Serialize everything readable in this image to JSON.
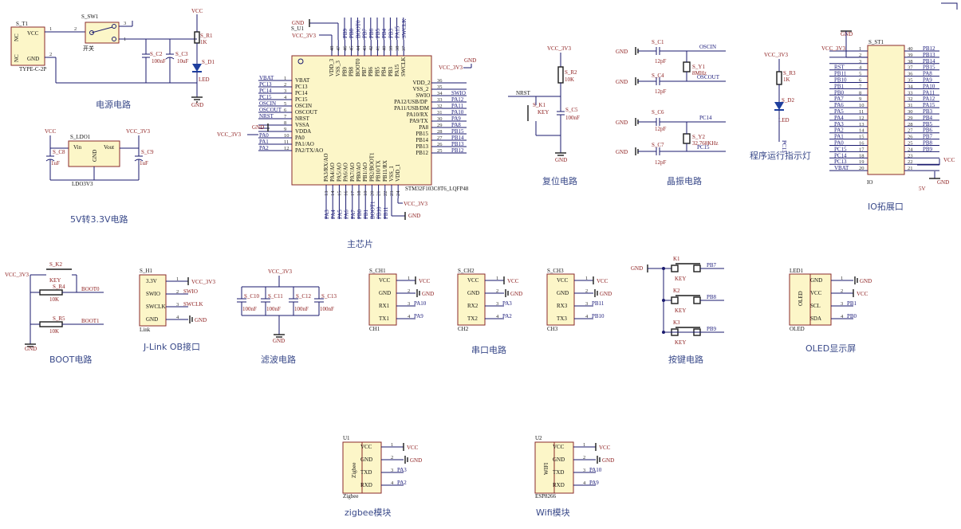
{
  "sections": {
    "power": "电源电路",
    "ldo": "5V转3.3V电路",
    "mcu": "主芯片",
    "reset": "复位电路",
    "crystal": "晶振电路",
    "indicator": "程序运行指示灯",
    "io": "IO拓展口",
    "boot": "BOOT电路",
    "jlink": "J-Link OB接口",
    "filter": "滤波电路",
    "serial": "串口电路",
    "keys": "按键电路",
    "oled": "OLED显示屏",
    "zigbee": "zigbee模块",
    "wifi": "Wifi模块"
  },
  "nets": {
    "vcc": "VCC",
    "gnd": "GND",
    "v33": "VCC_3V3",
    "v33b": "3.3V"
  },
  "power": {
    "t1": "S_T1",
    "t1_pins": [
      "VCC",
      "GND"
    ],
    "t1_nc": "NC",
    "t1_type": "TYPE-C-2P",
    "sw1": "S_SW1",
    "sw1_label": "开关",
    "c2": "S_C2",
    "c2_val": "100nF",
    "c3": "S_C3",
    "c3_val": "10uF",
    "r1": "S_R1",
    "r1_val": "1K",
    "d1": "S_D1",
    "d1_val": "LED"
  },
  "ldo": {
    "name": "S_LDO1",
    "part": "LDO3V3",
    "vin": "Vin",
    "vout": "Vout",
    "gnd": "GND",
    "c8": "S_C8",
    "c8_val": "1uF",
    "c9": "S_C9",
    "c9_val": "1uF"
  },
  "mcu": {
    "name": "S_U1",
    "part": "STM32F103C8T6_LQFP48",
    "left_pins": [
      {
        "n": "1",
        "p": "VBAT",
        "net": "VBAT"
      },
      {
        "n": "2",
        "p": "PC13",
        "net": "PC13"
      },
      {
        "n": "3",
        "p": "PC14",
        "net": "PC14"
      },
      {
        "n": "4",
        "p": "PC15",
        "net": "PC15"
      },
      {
        "n": "5",
        "p": "OSCIN",
        "net": "OSCIN"
      },
      {
        "n": "6",
        "p": "OSCOUT",
        "net": "OSCOUT"
      },
      {
        "n": "7",
        "p": "NRST",
        "net": "NRST"
      },
      {
        "n": "8",
        "p": "VSSA",
        "net": "GND"
      },
      {
        "n": "9",
        "p": "VDDA",
        "net": "VCC_3V3"
      },
      {
        "n": "10",
        "p": "PA0",
        "net": "PA0"
      },
      {
        "n": "11",
        "p": "PA1/AO",
        "net": "PA1"
      },
      {
        "n": "12",
        "p": "PA2/TX/AO",
        "net": "PA2"
      }
    ],
    "right_pins": [
      {
        "n": "36",
        "p": "VDD_2",
        "net": "VCC_3V3"
      },
      {
        "n": "35",
        "p": "VSS_2",
        "net": ""
      },
      {
        "n": "34",
        "p": "SWIO",
        "net": "SWIO"
      },
      {
        "n": "33",
        "p": "PA12/USB/DP",
        "net": "PA12"
      },
      {
        "n": "32",
        "p": "PA11/USB/DM",
        "net": "PA11"
      },
      {
        "n": "31",
        "p": "PA10/RX",
        "net": "PA10"
      },
      {
        "n": "30",
        "p": "PA9/TX",
        "net": "PA9"
      },
      {
        "n": "29",
        "p": "PA8",
        "net": "PA8"
      },
      {
        "n": "28",
        "p": "PB15",
        "net": "PB15"
      },
      {
        "n": "27",
        "p": "PB14",
        "net": "PB14"
      },
      {
        "n": "26",
        "p": "PB13",
        "net": "PB13"
      },
      {
        "n": "25",
        "p": "PB12",
        "net": "PB12"
      }
    ],
    "top_pins": [
      {
        "n": "48",
        "p": "VDD_3"
      },
      {
        "n": "47",
        "p": "VSS_3"
      },
      {
        "n": "46",
        "p": "PB9"
      },
      {
        "n": "45",
        "p": "PB8"
      },
      {
        "n": "44",
        "p": "BOOT0"
      },
      {
        "n": "43",
        "p": "PB7"
      },
      {
        "n": "42",
        "p": "PB6"
      },
      {
        "n": "41",
        "p": "PB5"
      },
      {
        "n": "40",
        "p": "PB4"
      },
      {
        "n": "39",
        "p": "PB3"
      },
      {
        "n": "38",
        "p": "PA15"
      },
      {
        "n": "37",
        "p": "SWCLK"
      }
    ],
    "bottom_pins": [
      {
        "n": "13",
        "p": "PA3/RX/AO"
      },
      {
        "n": "14",
        "p": "PA4/AO"
      },
      {
        "n": "15",
        "p": "PA5/AO"
      },
      {
        "n": "16",
        "p": "PA6/AO"
      },
      {
        "n": "17",
        "p": "PA7/AO"
      },
      {
        "n": "18",
        "p": "PB0/AO"
      },
      {
        "n": "19",
        "p": "PB1/AO"
      },
      {
        "n": "20",
        "p": "PB2/BOOT1"
      },
      {
        "n": "21",
        "p": "PB10/TX"
      },
      {
        "n": "22",
        "p": "PB11/RX"
      },
      {
        "n": "23",
        "p": "VSS_1"
      },
      {
        "n": "24",
        "p": "VDD_1"
      }
    ],
    "top_nets": [
      "PB9",
      "PB8",
      "BOOT0",
      "PB7",
      "PB6",
      "PB5",
      "PB4",
      "PB3",
      "PA15",
      "SWCLK"
    ],
    "bottom_nets": [
      "PA3",
      "PA4",
      "PA5",
      "PA6",
      "PA7",
      "PB0",
      "PB1",
      "BOOT1",
      "PB10",
      "PB11"
    ]
  },
  "reset": {
    "r2": "S_R2",
    "r2_val": "10K",
    "k1": "S_K1",
    "k1_val": "KEY",
    "c5": "S_C5",
    "c5_val": "100nF",
    "net": "NRST"
  },
  "crystal": {
    "c1": "S_C1",
    "c4": "S_C4",
    "c6": "S_C6",
    "c7": "S_C7",
    "cap_val": "12pF",
    "y1": "S_Y1",
    "y1_val": "8MHz",
    "y2": "S_Y2",
    "y2_val": "32.768KHz",
    "nets": [
      "OSCIN",
      "OSCOUT",
      "PC14",
      "PC15"
    ]
  },
  "indicator": {
    "r3": "S_R3",
    "r3_val": "1K",
    "d2": "S_D2",
    "d2_val": "LED",
    "net": "PC13"
  },
  "io": {
    "name": "S_ST1",
    "part": "IO",
    "left": [
      {
        "n": "1",
        "net": ""
      },
      {
        "n": "2",
        "net": ""
      },
      {
        "n": "3",
        "net": ""
      },
      {
        "n": "4",
        "net": "RST"
      },
      {
        "n": "5",
        "net": "PB11"
      },
      {
        "n": "6",
        "net": "PB10"
      },
      {
        "n": "7",
        "net": "PB1"
      },
      {
        "n": "8",
        "net": "PB0"
      },
      {
        "n": "9",
        "net": "PA7"
      },
      {
        "n": "10",
        "net": "PA6"
      },
      {
        "n": "11",
        "net": "PA5"
      },
      {
        "n": "12",
        "net": "PA4"
      },
      {
        "n": "13",
        "net": "PA3"
      },
      {
        "n": "14",
        "net": "PA2"
      },
      {
        "n": "15",
        "net": "PA1"
      },
      {
        "n": "16",
        "net": "PA0"
      },
      {
        "n": "17",
        "net": "PC15"
      },
      {
        "n": "18",
        "net": "PC14"
      },
      {
        "n": "19",
        "net": "PC13"
      },
      {
        "n": "20",
        "net": "VBAT"
      }
    ],
    "right": [
      {
        "n": "40",
        "net": "PB12"
      },
      {
        "n": "39",
        "net": "PB13"
      },
      {
        "n": "38",
        "net": "PB14"
      },
      {
        "n": "37",
        "net": "PB15"
      },
      {
        "n": "36",
        "net": "PA8"
      },
      {
        "n": "35",
        "net": "PA9"
      },
      {
        "n": "34",
        "net": "PA10"
      },
      {
        "n": "33",
        "net": "PA11"
      },
      {
        "n": "32",
        "net": "PA12"
      },
      {
        "n": "31",
        "net": "PA15"
      },
      {
        "n": "30",
        "net": "PB3"
      },
      {
        "n": "29",
        "net": "PB4"
      },
      {
        "n": "28",
        "net": "PB5"
      },
      {
        "n": "27",
        "net": "PB6"
      },
      {
        "n": "26",
        "net": "PB7"
      },
      {
        "n": "25",
        "net": "PB8"
      },
      {
        "n": "24",
        "net": "PB9"
      },
      {
        "n": "23",
        "net": ""
      },
      {
        "n": "22",
        "net": ""
      },
      {
        "n": "21",
        "net": ""
      }
    ],
    "v5": "5V"
  },
  "boot": {
    "k2": "S_K2",
    "k2_val": "KEY",
    "r4": "S_R4",
    "r4_val": "10K",
    "r5": "S_R5",
    "r5_val": "10K",
    "net0": "BOOT0",
    "net1": "BOOT1"
  },
  "jlink": {
    "name": "S_H1",
    "part": "Link",
    "pins": [
      {
        "n": "1",
        "p": "3.3V",
        "net": "VCC_3V3"
      },
      {
        "n": "2",
        "p": "SWIO",
        "net": "SWIO"
      },
      {
        "n": "3",
        "p": "SWCLK",
        "net": "SWCLK"
      },
      {
        "n": "4",
        "p": "GND",
        "net": "GND"
      }
    ]
  },
  "filter": {
    "caps": [
      {
        "r": "S_C10"
      },
      {
        "r": "S_C11"
      },
      {
        "r": "S_C12"
      },
      {
        "r": "S_C13"
      }
    ],
    "val": "100nF"
  },
  "serial": [
    {
      "ref": "S_CH1",
      "part": "CH1",
      "pins": [
        {
          "n": "1",
          "p": "VCC",
          "net": "VCC"
        },
        {
          "n": "2",
          "p": "GND",
          "net": "GND"
        },
        {
          "n": "3",
          "p": "RX1",
          "net": "PA10"
        },
        {
          "n": "4",
          "p": "TX1",
          "net": "PA9"
        }
      ]
    },
    {
      "ref": "S_CH2",
      "part": "CH2",
      "pins": [
        {
          "n": "1",
          "p": "VCC",
          "net": "VCC"
        },
        {
          "n": "2",
          "p": "GND",
          "net": "GND"
        },
        {
          "n": "3",
          "p": "RX2",
          "net": "PA3"
        },
        {
          "n": "4",
          "p": "TX2",
          "net": "PA2"
        }
      ]
    },
    {
      "ref": "S_CH3",
      "part": "CH3",
      "pins": [
        {
          "n": "1",
          "p": "VCC",
          "net": "VCC"
        },
        {
          "n": "2",
          "p": "GND",
          "net": "GND"
        },
        {
          "n": "3",
          "p": "RX3",
          "net": "PB11"
        },
        {
          "n": "4",
          "p": "TX3",
          "net": "PB10"
        }
      ]
    }
  ],
  "keys": [
    {
      "ref": "K1",
      "val": "KEY",
      "net": "PB7"
    },
    {
      "ref": "K2",
      "val": "KEY",
      "net": "PB8"
    },
    {
      "ref": "K3",
      "val": "KEY",
      "net": "PB9"
    }
  ],
  "oled": {
    "ref": "LED1",
    "part": "OLED",
    "name": "OLED",
    "pins": [
      {
        "n": "1",
        "p": "GND",
        "net": "GND"
      },
      {
        "n": "2",
        "p": "VCC",
        "net": "VCC"
      },
      {
        "n": "3",
        "p": "SCL",
        "net": "PB1"
      },
      {
        "n": "4",
        "p": "SDA",
        "net": "PB0"
      }
    ]
  },
  "zigbee": {
    "ref": "U1",
    "name": "Zigbee",
    "part": "Zigbee",
    "pins": [
      {
        "n": "1",
        "p": "VCC",
        "net": "VCC"
      },
      {
        "n": "2",
        "p": "GND",
        "net": "GND"
      },
      {
        "n": "3",
        "p": "TXD",
        "net": "PA3"
      },
      {
        "n": "4",
        "p": "RXD",
        "net": "PA2"
      }
    ]
  },
  "wifi": {
    "ref": "U2",
    "name": "WIFI",
    "part": "ESP8266",
    "pins": [
      {
        "n": "1",
        "p": "VCC",
        "net": "VCC"
      },
      {
        "n": "2",
        "p": "GND",
        "net": "GND"
      },
      {
        "n": "3",
        "p": "TXD",
        "net": "PA10"
      },
      {
        "n": "4",
        "p": "RXD",
        "net": "PA9"
      }
    ]
  }
}
